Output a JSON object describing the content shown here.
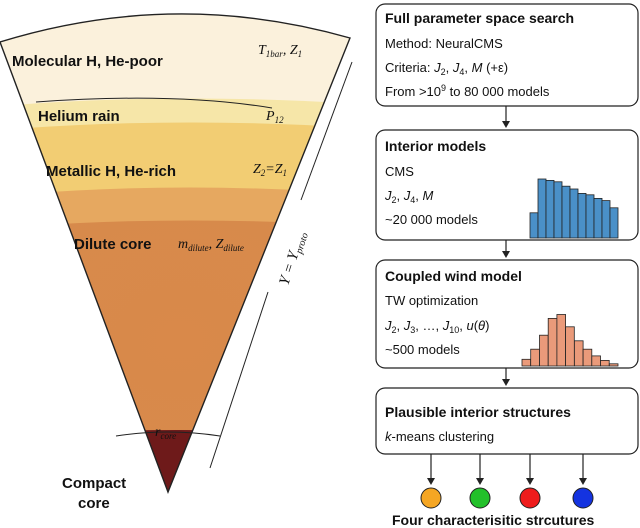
{
  "wedge": {
    "layers": [
      {
        "label": "Molecular H, He-poor",
        "params": "T1bar, Z1",
        "color": "#fbf1dc"
      },
      {
        "label": "Helium rain",
        "params": "P12",
        "color": "#f6e6a8"
      },
      {
        "label": "Metallic H, He-rich",
        "params": "Z2=Z1",
        "color": "#f2cd73"
      },
      {
        "label": "Dilute core",
        "params": "mdilute, Zdilute",
        "color": "#d9894a"
      },
      {
        "label": "",
        "params": "rcore",
        "color": "#6e1a1a"
      }
    ],
    "compact_core_label_1": "Compact",
    "compact_core_label_2": "core",
    "side_label": "Y = Yproto"
  },
  "boxes": [
    {
      "title": "Full parameter space search",
      "lines": [
        "Method: NeuralCMS",
        "Criteria: J2, J4, M (+ε)",
        "From >10^9 to 80 000 models"
      ]
    },
    {
      "title": "Interior models",
      "lines": [
        "CMS",
        "J2, J4, M",
        "~20 000 models"
      ],
      "hist_color": "#4a90c8",
      "hist_values": [
        0.35,
        0.82,
        0.8,
        0.78,
        0.72,
        0.68,
        0.62,
        0.6,
        0.55,
        0.52,
        0.42
      ]
    },
    {
      "title": "Coupled wind model",
      "lines": [
        "TW optimization",
        "J2, J3, …, J10, u(θ)",
        "~500 models"
      ],
      "hist_color": "#ea9a7a",
      "hist_values": [
        0.12,
        0.3,
        0.55,
        0.85,
        0.92,
        0.7,
        0.45,
        0.3,
        0.18,
        0.1,
        0.04
      ]
    },
    {
      "title": "Plausible interior structures",
      "lines": [
        "k-means clustering"
      ]
    }
  ],
  "clusters": [
    {
      "color": "#f5a623"
    },
    {
      "color": "#22c02a"
    },
    {
      "color": "#ee1c1c"
    },
    {
      "color": "#1433e0"
    }
  ],
  "footer": "Four characterisitic strcutures"
}
